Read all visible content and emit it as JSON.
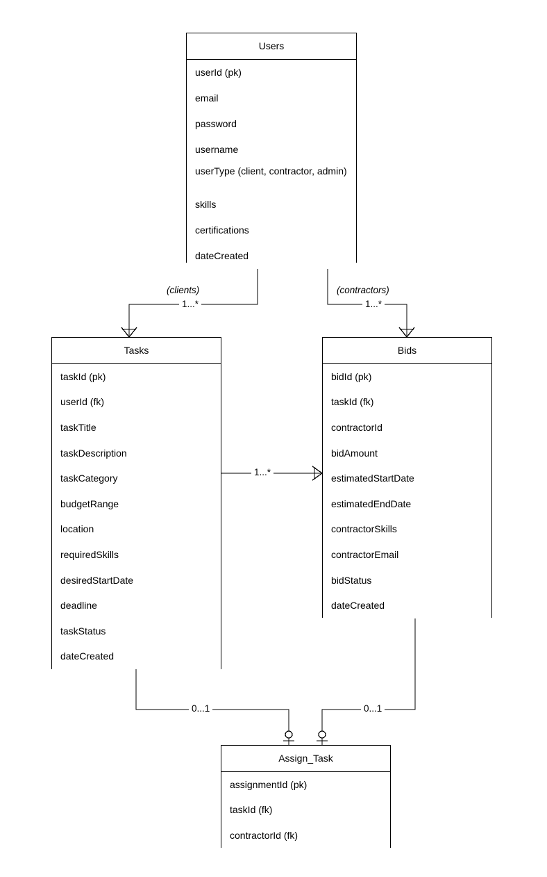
{
  "diagram": {
    "type": "entity-relationship-diagram",
    "background_color": "#ffffff",
    "line_color": "#000000",
    "text_color": "#000000",
    "entities": [
      {
        "id": "users",
        "name": "Users",
        "attributes": [
          "userId (pk)",
          "email",
          "password",
          "username",
          "userType (client, contractor, admin)",
          "skills",
          "certifications",
          "dateCreated"
        ]
      },
      {
        "id": "tasks",
        "name": "Tasks",
        "attributes": [
          "taskId (pk)",
          "userId (fk)",
          "taskTitle",
          "taskDescription",
          "taskCategory",
          "budgetRange",
          "location",
          "requiredSkills",
          "desiredStartDate",
          "deadline",
          "taskStatus",
          "dateCreated"
        ]
      },
      {
        "id": "bids",
        "name": "Bids",
        "attributes": [
          "bidId (pk)",
          "taskId (fk)",
          "contractorId",
          "bidAmount",
          "estimatedStartDate",
          "estimatedEndDate",
          "contractorSkills",
          "contractorEmail",
          "bidStatus",
          "dateCreated"
        ]
      },
      {
        "id": "assign_task",
        "name": "Assign_Task",
        "attributes": [
          "assignmentId (pk)",
          "taskId (fk)",
          "contractorId (fk)"
        ]
      }
    ],
    "relationships": [
      {
        "id": "users-tasks",
        "from": "Users",
        "to": "Tasks",
        "role_label": "(clients)",
        "cardinality_label": "1...*",
        "target_notation": "crows-foot"
      },
      {
        "id": "users-bids",
        "from": "Users",
        "to": "Bids",
        "role_label": "(contractors)",
        "cardinality_label": "1...*",
        "target_notation": "crows-foot"
      },
      {
        "id": "tasks-bids",
        "from": "Tasks",
        "to": "Bids",
        "role_label": "",
        "cardinality_label": "1...*",
        "target_notation": "crows-foot"
      },
      {
        "id": "tasks-assign-task",
        "from": "Tasks",
        "to": "Assign_Task",
        "role_label": "",
        "cardinality_label": "0...1",
        "target_notation": "zero-or-one"
      },
      {
        "id": "bids-assign-task",
        "from": "Bids",
        "to": "Assign_Task",
        "role_label": "",
        "cardinality_label": "0...1",
        "target_notation": "zero-or-one"
      }
    ]
  }
}
